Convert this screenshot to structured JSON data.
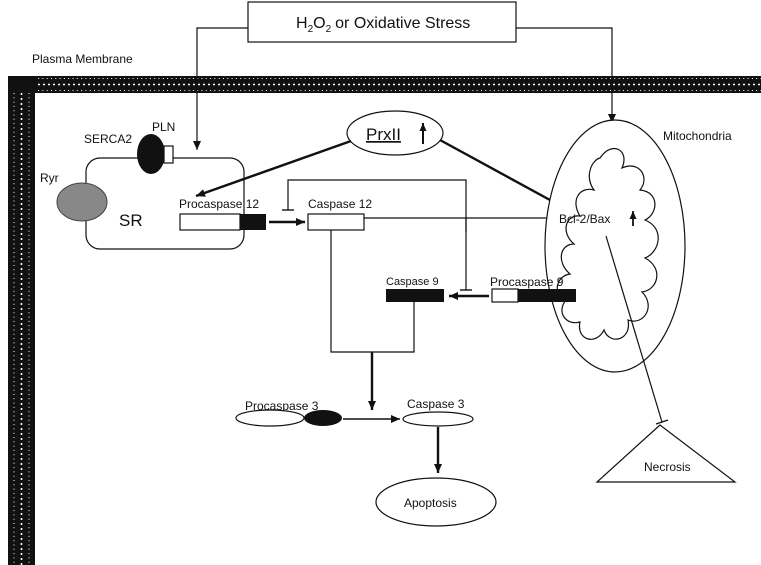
{
  "stress": {
    "h2o2": "H",
    "sub2": "2",
    "o": "O",
    "suffix": "or Oxidative Stress"
  },
  "plasma_membrane": "Plasma Membrane",
  "mitochondria": "Mitochondria",
  "prxii": "PrxII",
  "serca2": "SERCA2",
  "pln": "PLN",
  "ryr": "Ryr",
  "sr": "SR",
  "procaspase12": "Procaspase 12",
  "caspase12": "Caspase 12",
  "bcl2bax": "Bcl-2/Bax",
  "caspase9": "Caspase 9",
  "procaspase9": "Procaspase 9",
  "procaspase3": "Procaspase 3",
  "caspase3": "Caspase 3",
  "apoptosis": "Apoptosis",
  "necrosis": "Necrosis",
  "up_arrow": "↑"
}
